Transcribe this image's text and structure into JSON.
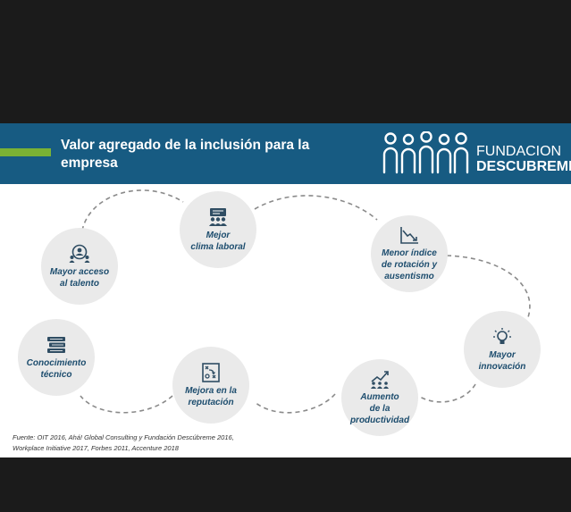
{
  "header": {
    "title": "Valor agregado de la inclusión para la empresa",
    "logo": {
      "line1": "FUNDACION",
      "line2": "DESCUBREME"
    }
  },
  "colors": {
    "header_bg": "#175b82",
    "accent": "#7ab235",
    "node_bg": "#eaeaea",
    "label_text": "#1d4d6e"
  },
  "nodes": [
    {
      "label": "Mejor\nclima laboral",
      "icon": "group-presentation-icon"
    },
    {
      "label": "Menor índice\nde rotación y\nausentismo",
      "icon": "declining-chart-icon"
    },
    {
      "label": "Mayor acceso\nal talento",
      "icon": "talent-search-icon"
    },
    {
      "label": "Mayor\ninnovación",
      "icon": "lightbulb-icon"
    },
    {
      "label": "Conocimiento\ntécnico",
      "icon": "books-icon"
    },
    {
      "label": "Mejora en la\nreputación",
      "icon": "strategy-board-icon"
    },
    {
      "label": "Aumento\nde la\nproductividad",
      "icon": "team-growth-icon"
    }
  ],
  "source": "Fuente: OIT 2016, Ahá! Global Consulting y Fundación Descúbreme 2016,\nWorkplace Initiative 2017, Forbes 2011, Accenture 2018"
}
